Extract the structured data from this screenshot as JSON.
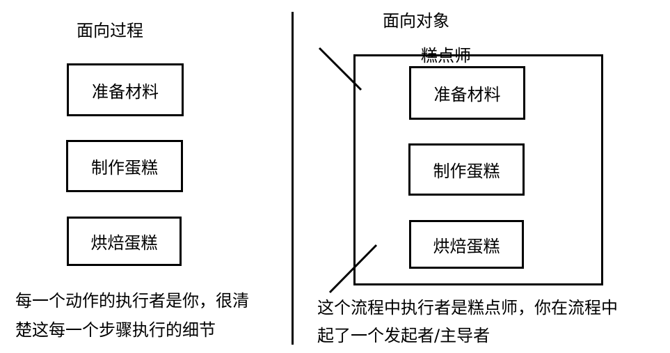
{
  "left": {
    "title": "面向过程",
    "steps": [
      "准备材料",
      "制作蛋糕",
      "烘焙蛋糕"
    ],
    "note_line1": "每一个动作的执行者是你，很清",
    "note_line2": "楚这每一个步骤执行的细节"
  },
  "right": {
    "title": "面向对象",
    "object_label": "糕点师",
    "steps": [
      "准备材料",
      "制作蛋糕",
      "烘焙蛋糕"
    ],
    "note_line1": "这个流程中执行者是糕点师，你在流程中",
    "note_line2": "起了一个发起者/主导者"
  }
}
